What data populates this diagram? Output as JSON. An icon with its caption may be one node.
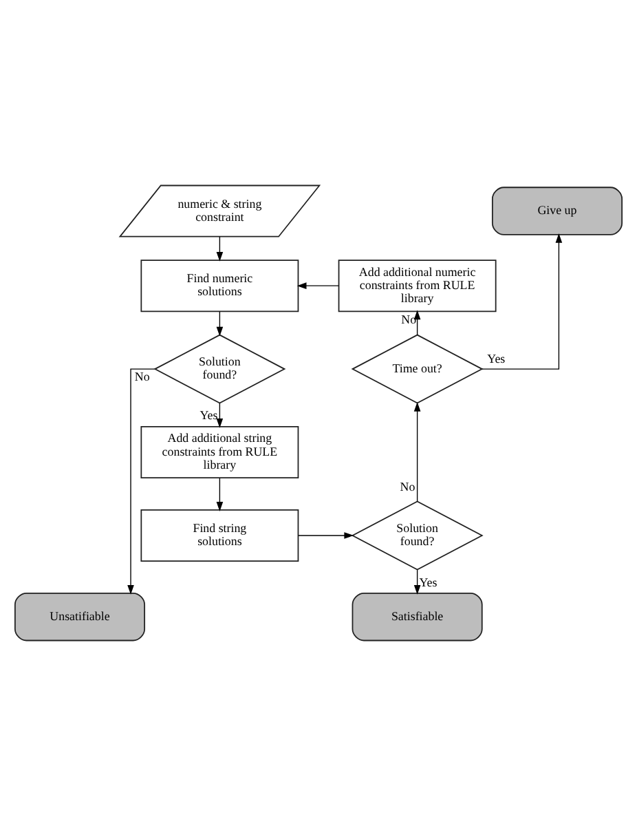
{
  "diagram": {
    "nodes": [
      {
        "text": [
          "numeric & string constraint"
        ]
      },
      {
        "text": [
          "Give up"
        ]
      },
      {
        "text": [
          "Find numeric solutions"
        ]
      },
      {
        "text": [
          "Add additional numeric constraints from RULE library"
        ]
      },
      {
        "text": [
          "Solution found?"
        ]
      },
      {
        "text": [
          "Time out?"
        ]
      },
      {
        "text": [
          "Add additional string constraints from RULE library"
        ]
      },
      {
        "text": [
          "Find string solutions"
        ]
      },
      {
        "text": [
          "Solution found?"
        ]
      },
      {
        "text": [
          "Unsatifiable"
        ]
      },
      {
        "text": [
          "Satisfiable"
        ]
      }
    ],
    "edges": [
      {
        "from": 0,
        "to": 2,
        "arrow": "to"
      },
      {
        "from": 2,
        "to": 4,
        "arrow": "to"
      },
      {
        "from": 3,
        "to": 2,
        "arrow": "to"
      },
      {
        "from": 4,
        "to": 6,
        "arrow": "to",
        "label": "Yes"
      },
      {
        "from": 4,
        "to": 9,
        "arrow": "to",
        "label": "No"
      },
      {
        "from": 5,
        "to": 1,
        "arrow": "to",
        "label": "Yes"
      },
      {
        "from": 5,
        "to": 3,
        "arrow": "to",
        "label": "No"
      },
      {
        "from": 6,
        "to": 7,
        "arrow": "to"
      },
      {
        "from": 7,
        "to": 8,
        "arrow": "to"
      },
      {
        "from": 8,
        "to": 5,
        "arrow": "to",
        "label": "No"
      },
      {
        "from": 8,
        "to": 10,
        "arrow": "to",
        "label": "Yes"
      }
    ]
  }
}
